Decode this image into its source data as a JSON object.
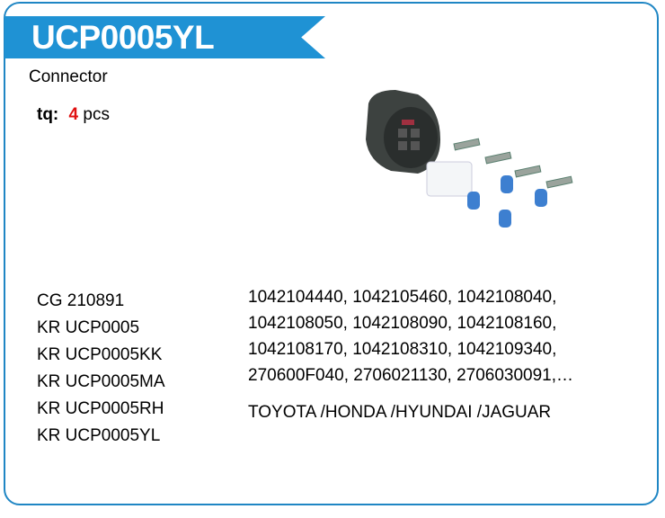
{
  "header": {
    "title": "UCP0005YL"
  },
  "product": {
    "type": "Connector",
    "quantity_label": "tq:",
    "quantity_value": "4",
    "quantity_unit": "pcs"
  },
  "cross_references": [
    "CG 210891",
    "KR UCP0005",
    "KR UCP0005KK",
    "KR UCP0005MA",
    "KR UCP0005RH",
    "KR UCP0005YL"
  ],
  "oem_numbers": [
    "1042104440, 1042105460, 1042108040,",
    "1042108050, 1042108090, 1042108160,",
    "1042108170, 1042108310, 1042109340,",
    "270600F040, 2706021130, 2706030091,…"
  ],
  "brands": "TOYOTA /HONDA /HYUNDAI /JAGUAR",
  "colors": {
    "accent": "#1f92d4",
    "quantity": "#e01010"
  }
}
